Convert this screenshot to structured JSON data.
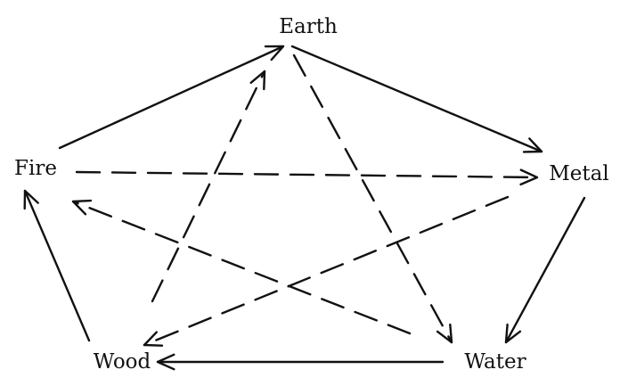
{
  "nodes": {
    "earth": "Earth",
    "fire": "Fire",
    "metal": "Metal",
    "wood": "Wood",
    "water": "Water"
  },
  "edges": [
    {
      "from": "fire",
      "to": "earth",
      "style": "solid"
    },
    {
      "from": "earth",
      "to": "metal",
      "style": "solid"
    },
    {
      "from": "metal",
      "to": "water",
      "style": "solid"
    },
    {
      "from": "water",
      "to": "wood",
      "style": "solid"
    },
    {
      "from": "wood",
      "to": "fire",
      "style": "solid"
    },
    {
      "from": "fire",
      "to": "metal",
      "style": "dashed"
    },
    {
      "from": "metal",
      "to": "wood",
      "style": "dashed"
    },
    {
      "from": "wood",
      "to": "earth",
      "style": "dashed"
    },
    {
      "from": "earth",
      "to": "water",
      "style": "dashed"
    },
    {
      "from": "water",
      "to": "fire",
      "style": "dashed"
    }
  ]
}
